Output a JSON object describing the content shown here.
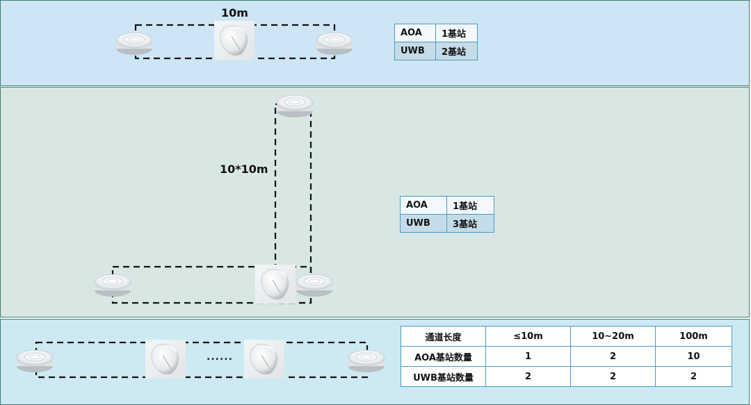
{
  "panel_top": {
    "distance_label": "10m",
    "table": [
      [
        "AOA",
        "1基站"
      ],
      [
        "UWB",
        "2基站"
      ]
    ]
  },
  "panel_middle": {
    "distance_label": "10*10m",
    "table": [
      [
        "AOA",
        "1基站"
      ],
      [
        "UWB",
        "3基站"
      ]
    ]
  },
  "panel_bottom": {
    "ellipsis": "......",
    "table": {
      "header": [
        "通道长度",
        "≤10m",
        "10~20m",
        "100m"
      ],
      "rows": [
        [
          "AOA基站数量",
          "1",
          "2",
          "10"
        ],
        [
          "UWB基站数量",
          "2",
          "2",
          "2"
        ]
      ]
    }
  },
  "colors": {
    "panel_border": "#3e7d6a",
    "table_border": "#4a9bc4",
    "top_bg": "#cde5f5",
    "middle_bg": "#d9e7e4",
    "bottom_bg": "#cde9f2"
  },
  "icons": {
    "uwb_station": "round-disc-base-station-icon",
    "aoa_station": "dome-aoa-base-station-icon"
  }
}
